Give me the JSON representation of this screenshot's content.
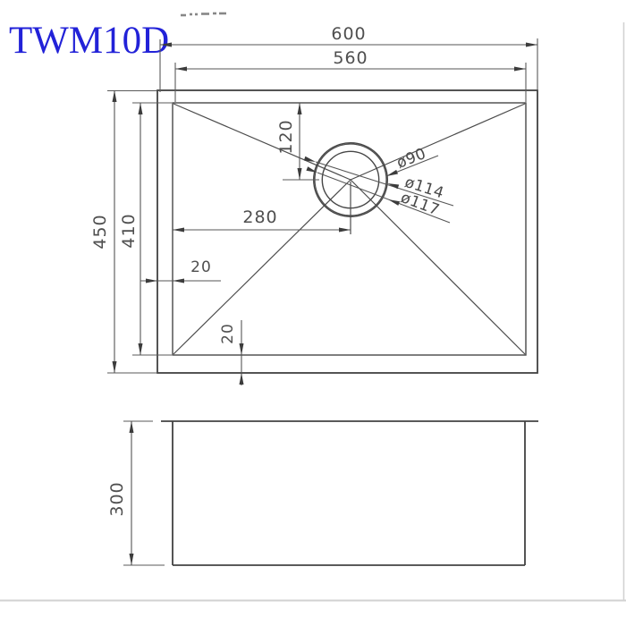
{
  "title": "TWM10D",
  "top_view": {
    "overall_width": "600",
    "bowl_width": "560",
    "overall_depth": "450",
    "bowl_depth": "410",
    "drain_center_from_left": "280",
    "drain_center_from_top": "120",
    "rim_offset_left": "20",
    "rim_offset_bottom": "20",
    "drain_diameters": {
      "inner": "ø90",
      "middle": "ø114",
      "outer": "ø117"
    }
  },
  "side_view": {
    "bowl_height": "300"
  },
  "colors": {
    "title_blue": "#2222d8",
    "line_gray": "#454545",
    "dim_text_gray": "#4f4f4f",
    "border_gray": "#d2d2d2"
  }
}
